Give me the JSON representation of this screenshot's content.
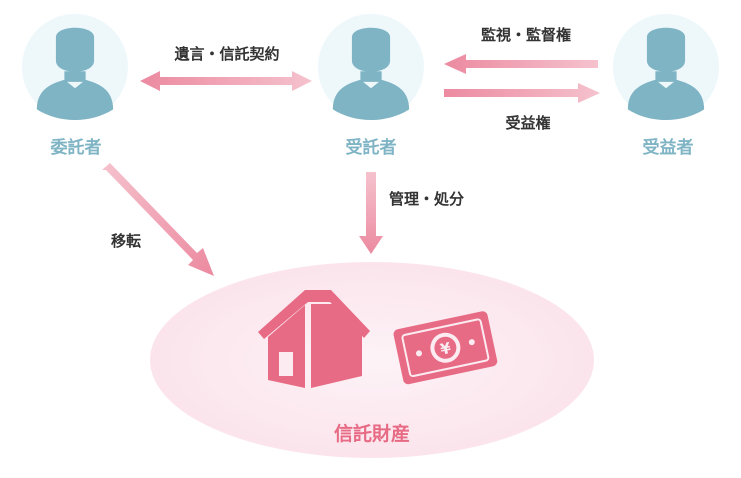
{
  "colors": {
    "person_circle": "#eef8fb",
    "person_silhouette": "#7fb4c5",
    "person_label": "#7fb4c5",
    "arrow_pink": "#ec8aa0",
    "arrow_pink_light": "#f3b9c6",
    "ellipse_fill": "#fcecf2",
    "asset_pink": "#e86b85",
    "text_dark": "#333333"
  },
  "nodes": {
    "settlor": {
      "label": "委託者",
      "icon": "person-icon"
    },
    "trustee": {
      "label": "受託者",
      "icon": "person-icon"
    },
    "beneficiary": {
      "label": "受益者",
      "icon": "person-icon"
    },
    "trust_property": {
      "label": "信託財産",
      "icons": [
        "house-icon",
        "yen-banknote-icon"
      ]
    }
  },
  "edges": {
    "settlor_trustee": "遺言・信託契約",
    "supervision": "監視・監督権",
    "beneficial_right": "受益権",
    "management": "管理・処分",
    "transfer": "移転"
  },
  "banknote": {
    "symbol": "¥"
  }
}
